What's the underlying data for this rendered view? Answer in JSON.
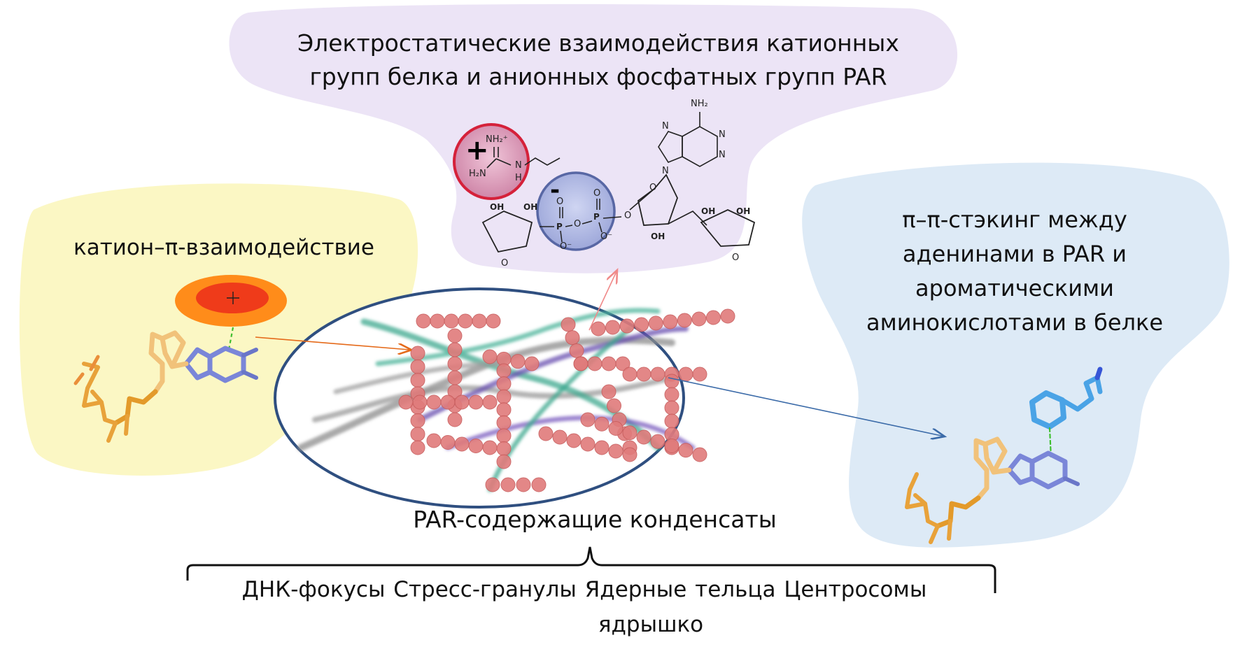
{
  "labels": {
    "electrostatic_line1": "Электростатические взаимодействия катионных",
    "electrostatic_line2": "групп белка и анионных фосфатных групп PAR",
    "cation_pi": "катион–π-взаимодействие",
    "pi_stack_line1": "π–π-стэкинг между",
    "pi_stack_line2": "аденинами в PAR  и",
    "pi_stack_line3": "ароматическими",
    "pi_stack_line4": "аминокислотами в белке",
    "condensates": "PAR-содержащие конденсаты",
    "examples": "ДНК-фокусы Стресс-гранулы Ядерные тельца Центросомы",
    "examples_line2": "ядрышко"
  },
  "chem": {
    "nh2_plus": "NH₂⁺",
    "nh": "N",
    "h": "H",
    "h2n": "H₂N",
    "plus": "+",
    "minus": "-",
    "p": "P",
    "o": "O",
    "oh": "OH",
    "n": "N",
    "nh2": "NH₂",
    "o_minus": "O⁻"
  },
  "colors": {
    "top_blob": "#ece4f6",
    "left_blob": "#fbf7c4",
    "right_blob": "#ddeaf6",
    "ellipse_stroke": "#2f4f80",
    "bead": "#e07b7b",
    "arrow_left": "#e56a1a",
    "arrow_top": "#f08a8a",
    "arrow_right": "#3a6aa8",
    "cation_circle": "#d9a0bd",
    "phosphate_circle": "#b9c1e6"
  }
}
